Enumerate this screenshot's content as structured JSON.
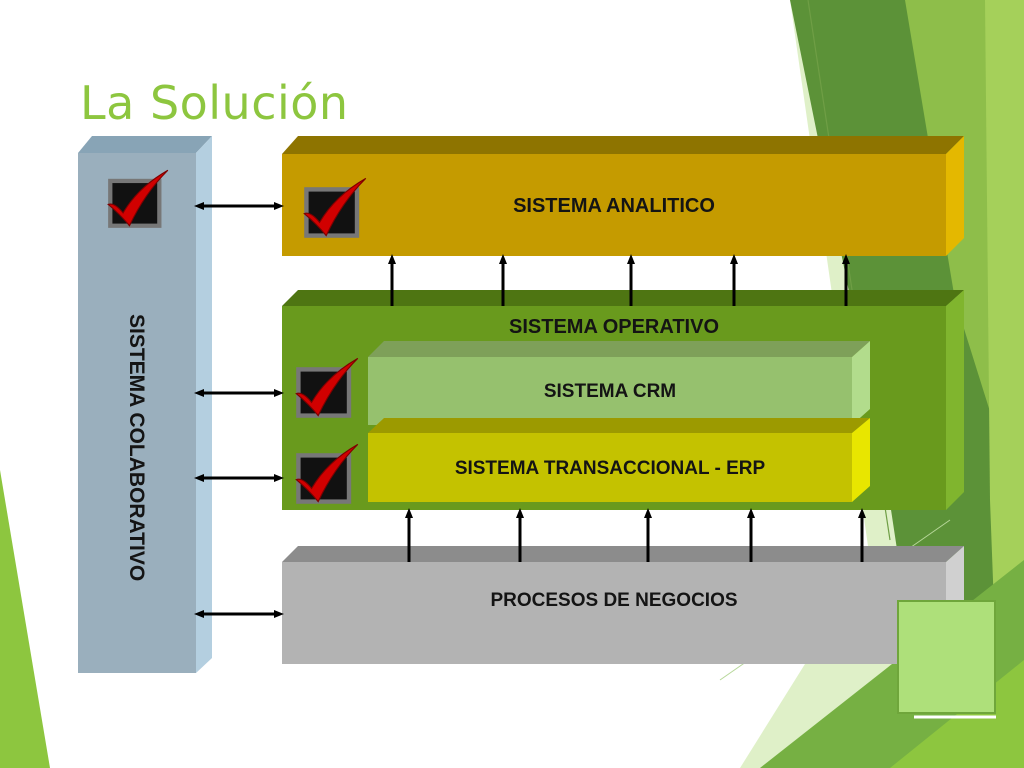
{
  "title": "La Solución",
  "blocks": {
    "colaborativo": "SISTEMA COLABORATIVO",
    "analitico": "SISTEMA ANALITICO",
    "operativo": "SISTEMA OPERATIVO",
    "crm": "SISTEMA CRM",
    "erp": "SISTEMA TRANSACCIONAL - ERP",
    "procesos": "PROCESOS DE NEGOCIOS"
  },
  "colors": {
    "accent_green": "#8dc63f",
    "analitico": "#c59b00",
    "operativo": "#699a1d",
    "crm": "#96c16e",
    "erp": "#c4c200",
    "procesos": "#b3b3b3",
    "colaborativo": "#9aafbd",
    "check": "#cc0000"
  },
  "icons": [
    "check-mark-icon",
    "double-arrow-icon",
    "up-arrow-icon"
  ]
}
